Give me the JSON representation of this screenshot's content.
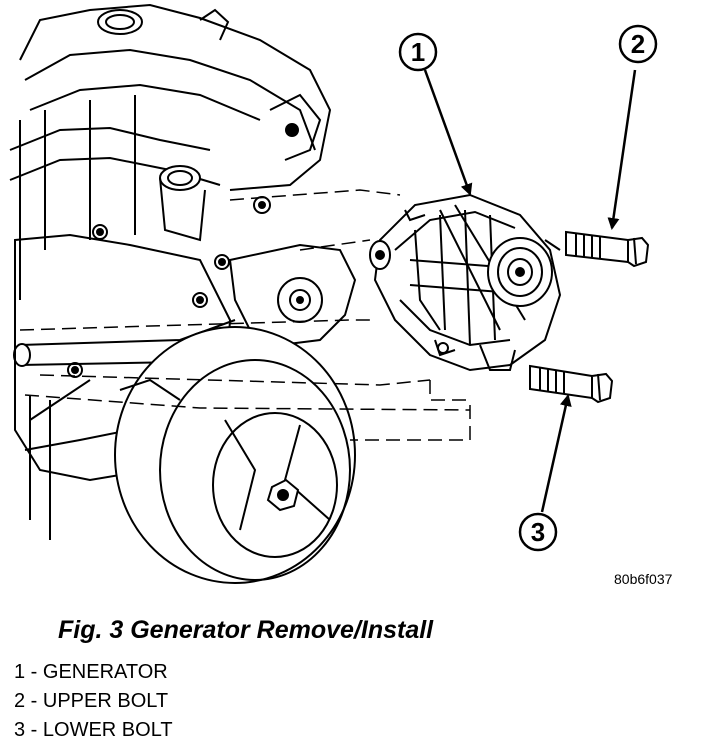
{
  "figure": {
    "callouts": [
      {
        "number": "1"
      },
      {
        "number": "2"
      },
      {
        "number": "3"
      }
    ],
    "figure_id": "80b6f037",
    "caption": "Fig. 3 Generator Remove/Install"
  },
  "legend": [
    {
      "text": "1 - GENERATOR"
    },
    {
      "text": "2 - UPPER BOLT"
    },
    {
      "text": "3 - LOWER BOLT"
    }
  ],
  "colors": {
    "line": "#000000",
    "background": "#ffffff"
  }
}
